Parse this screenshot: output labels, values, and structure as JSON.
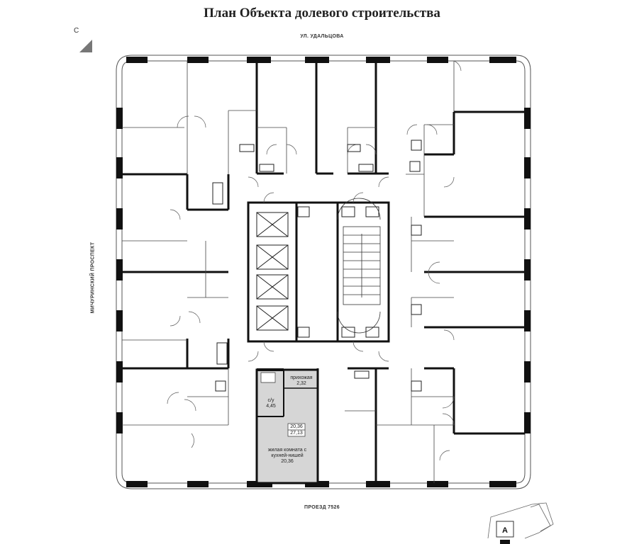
{
  "title": "План Объекта долевого строительства",
  "streets": {
    "top": "УЛ. УДАЛЬЦОВА",
    "left": "МИЧУРИНСКИЙ ПРОСПЕКТ",
    "bottom": "ПРОЕЗД 7526"
  },
  "compass": {
    "letter": "С"
  },
  "highlighted_unit": {
    "rooms": [
      {
        "name": "прихожая",
        "area": "2,32"
      },
      {
        "name": "с/у",
        "area": "4,45"
      },
      {
        "name": "жилая комната с кухней-нишей",
        "area": "20,36"
      }
    ],
    "area_box": {
      "living": "20,36",
      "total": "27,13"
    }
  },
  "section_marker": "А",
  "colors": {
    "wall": "#111111",
    "highlight": "#d6d6d6",
    "thin_line": "#555555"
  }
}
